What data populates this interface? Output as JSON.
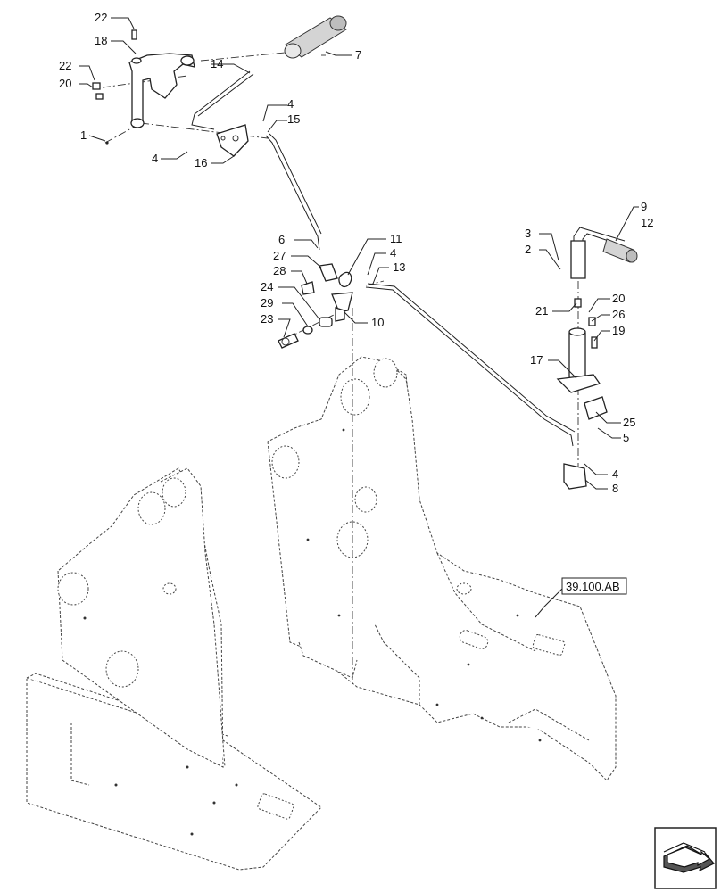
{
  "callouts": [
    "22",
    "18",
    "22",
    "20",
    "1",
    "14",
    "7",
    "4",
    "15",
    "4",
    "16",
    "6",
    "27",
    "28",
    "24",
    "29",
    "23",
    "11",
    "4",
    "13",
    "10",
    "9",
    "12",
    "3",
    "2",
    "21",
    "20",
    "26",
    "19",
    "17",
    "25",
    "5",
    "4",
    "8"
  ],
  "reference_box": "39.100.AB",
  "nav_icon": "next-page-arrow-icon"
}
